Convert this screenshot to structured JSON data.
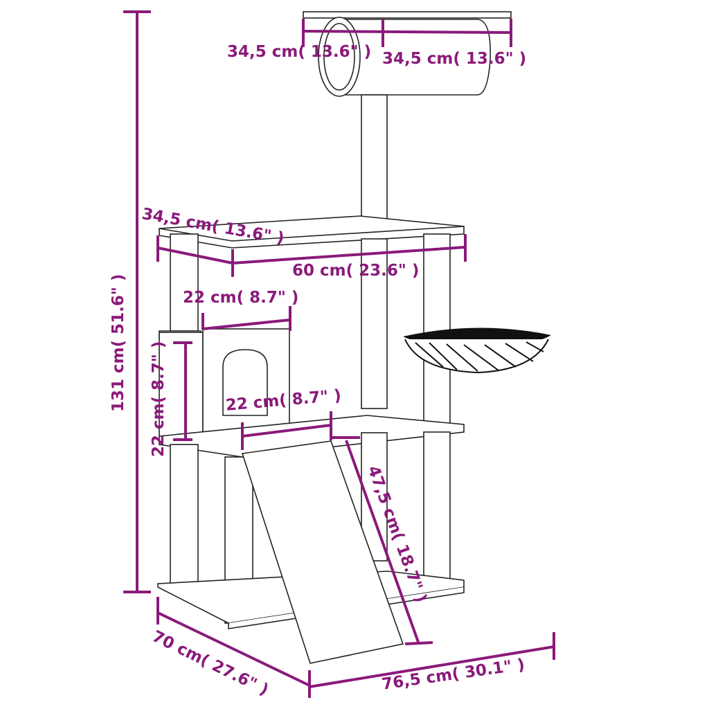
{
  "diagram": {
    "subject": "cat tree",
    "accent_color": "#8a1a7a",
    "line_color": "#222222",
    "dimensions": {
      "tunnel_width": "34,5 cm( 13.6\"  )",
      "tunnel_depth": "34,5 cm( 13.6\"  )",
      "platform_depth": "34,5 cm( 13.6\"  )",
      "platform_width": "60 cm( 23.6\"  )",
      "house_width": "22 cm( 8.7\"  )",
      "house_height": "22 cm( 8.7\"  )",
      "house_depth": "22 cm( 8.7\"  )",
      "ramp_length": "47,5 cm( 18.7\"  )",
      "total_height": "131 cm( 51.6\"  )",
      "base_depth": "70 cm( 27.6\"  )",
      "base_width": "76,5 cm( 30.1\"  )"
    }
  }
}
